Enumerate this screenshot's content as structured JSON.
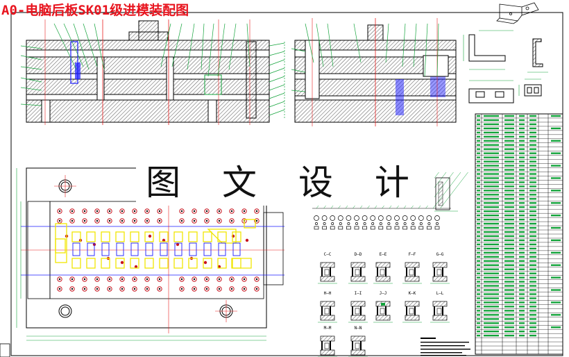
{
  "title": "A0-电脑后板SK01级进模装配图",
  "watermark": "图 文 设 计",
  "section_labels": [
    "C—C",
    "D—D",
    "E—E",
    "F—F",
    "G—G",
    "H—H",
    "I—I",
    "J—J",
    "K—K",
    "L—L",
    "M—M",
    "N—N"
  ],
  "colors": {
    "title": "#e8141e",
    "outline": "#000000",
    "leader": "#12a33a",
    "centerline": "#e81e1e",
    "dimension": "#1a1aff",
    "hatch": "#6b6b6b",
    "highlight": "#f0e600",
    "hole": "#c8141e"
  }
}
